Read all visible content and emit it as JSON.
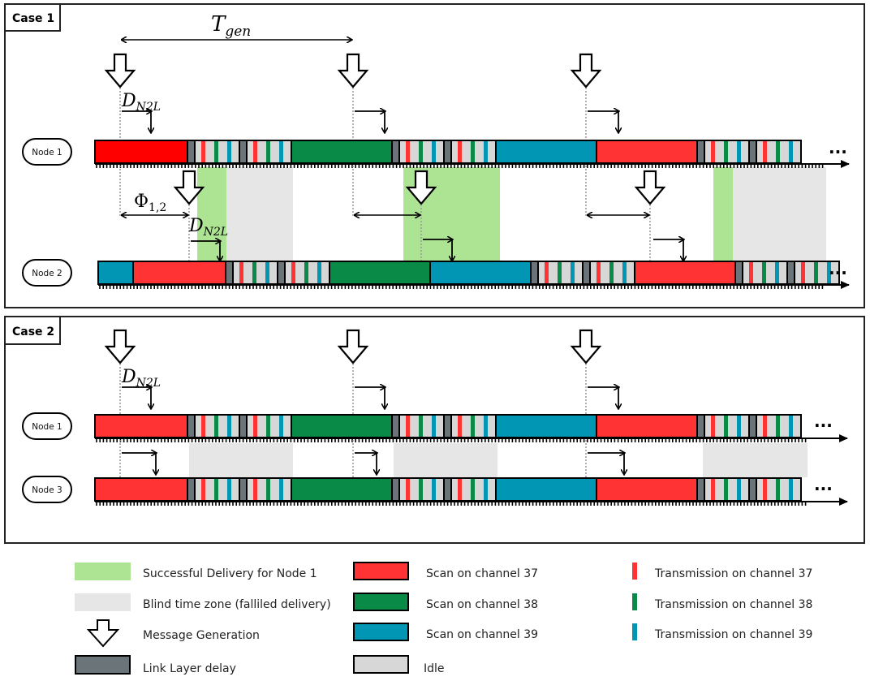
{
  "colors": {
    "scan37": "#ff3333",
    "scan37_alt": "#ff0000",
    "scan38": "#098a46",
    "scan39": "#0096b4",
    "link_layer": "#6b7479",
    "idle": "#d7d7d7",
    "success": "#ade493",
    "blind": "#e6e6e6"
  },
  "labels": {
    "t_gen": "T",
    "t_gen_sub": "gen",
    "d_n2l": "D",
    "d_n2l_sub": "N2L",
    "phi": "Φ",
    "phi_sub": "1,2",
    "ellipsis": "···"
  },
  "cases": [
    {
      "title": "Case 1",
      "nodes": [
        {
          "label": "Node 1"
        },
        {
          "label": "Node 2"
        }
      ]
    },
    {
      "title": "Case 2",
      "nodes": [
        {
          "label": "Node 1"
        },
        {
          "label": "Node 3"
        }
      ]
    }
  ],
  "legend": [
    {
      "key": "success",
      "label": "Successful Delivery for Node 1"
    },
    {
      "key": "blind",
      "label": "Blind time zone (falliled delivery)"
    },
    {
      "key": "msg",
      "label": "Message Generation"
    },
    {
      "key": "link",
      "label": "Link Layer delay"
    },
    {
      "key": "scan37",
      "label": "Scan on channel 37"
    },
    {
      "key": "scan38",
      "label": "Scan on channel 38"
    },
    {
      "key": "scan39",
      "label": "Scan on channel 39"
    },
    {
      "key": "idle",
      "label": "Idle"
    },
    {
      "key": "tx37",
      "label": "Transmission on channel 37"
    },
    {
      "key": "tx38",
      "label": "Transmission on channel 38"
    },
    {
      "key": "tx39",
      "label": "Transmission on channel 39"
    }
  ]
}
